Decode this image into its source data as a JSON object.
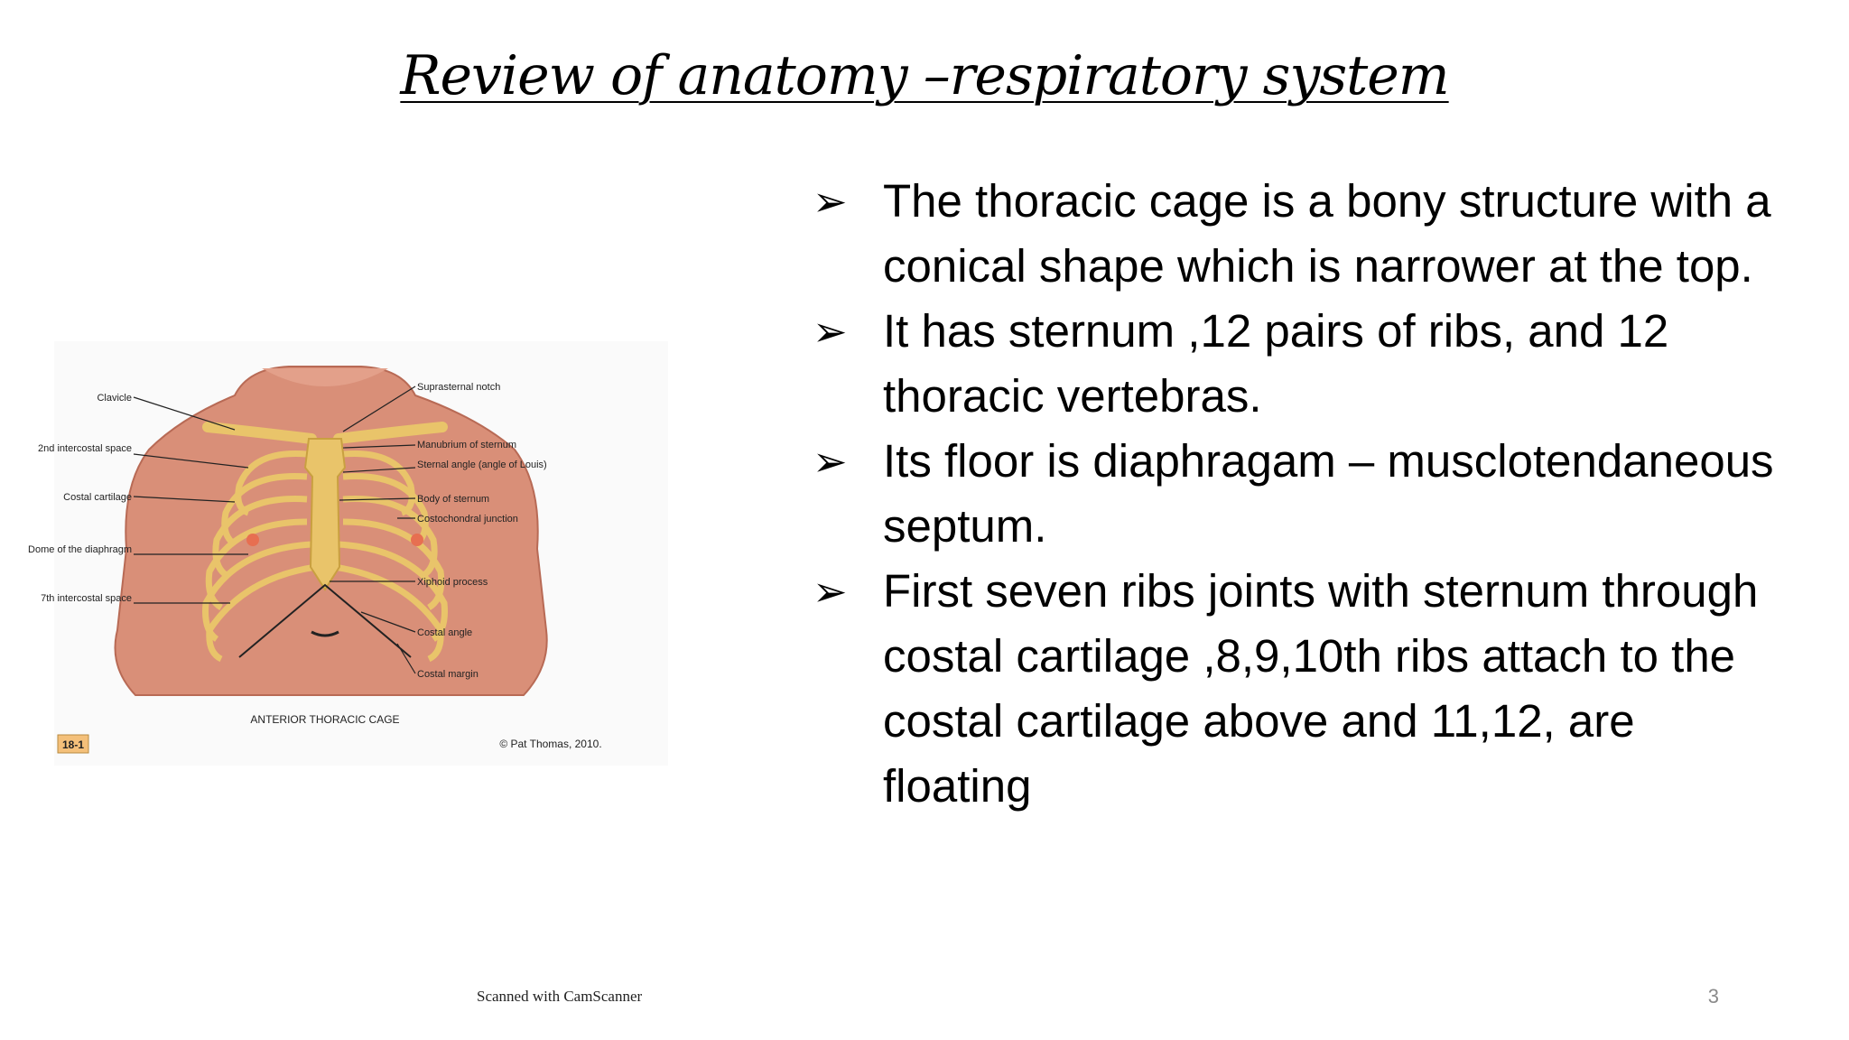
{
  "slide": {
    "title": "Review of anatomy –respiratory system",
    "bullets": [
      {
        "icon": "arrow-bullet-icon",
        "text": "The thoracic cage is a bony structure with a conical shape which is narrower at the top."
      },
      {
        "icon": "arrow-bullet-icon",
        "text": "It has sternum ,12 pairs of ribs, and 12 thoracic vertebras."
      },
      {
        "icon": "arrow-bullet-icon",
        "text": "Its floor is diaphragam – musclotendaneous septum."
      },
      {
        "icon": "arrow-bullet-icon",
        "text": "First seven ribs joints with sternum through costal cartilage ,8,9,10th  ribs attach to the costal cartilage above and 11,12, are floating"
      }
    ],
    "figure": {
      "left_labels": [
        "Clavicle",
        "2nd intercostal space",
        "Costal cartilage",
        "Dome of the diaphragm",
        "7th intercostal space"
      ],
      "right_labels": [
        "Suprasternal notch",
        "Manubrium of sternum",
        "Sternal angle (angle of Louis)",
        "Body of sternum",
        "Costochondral junction",
        "Xiphoid process",
        "Costal angle",
        "Costal margin"
      ],
      "caption": "ANTERIOR THORACIC CAGE",
      "figure_number": "18-1",
      "credit": "© Pat Thomas, 2010."
    },
    "footer": "Scanned with CamScanner",
    "page_number": "3"
  }
}
